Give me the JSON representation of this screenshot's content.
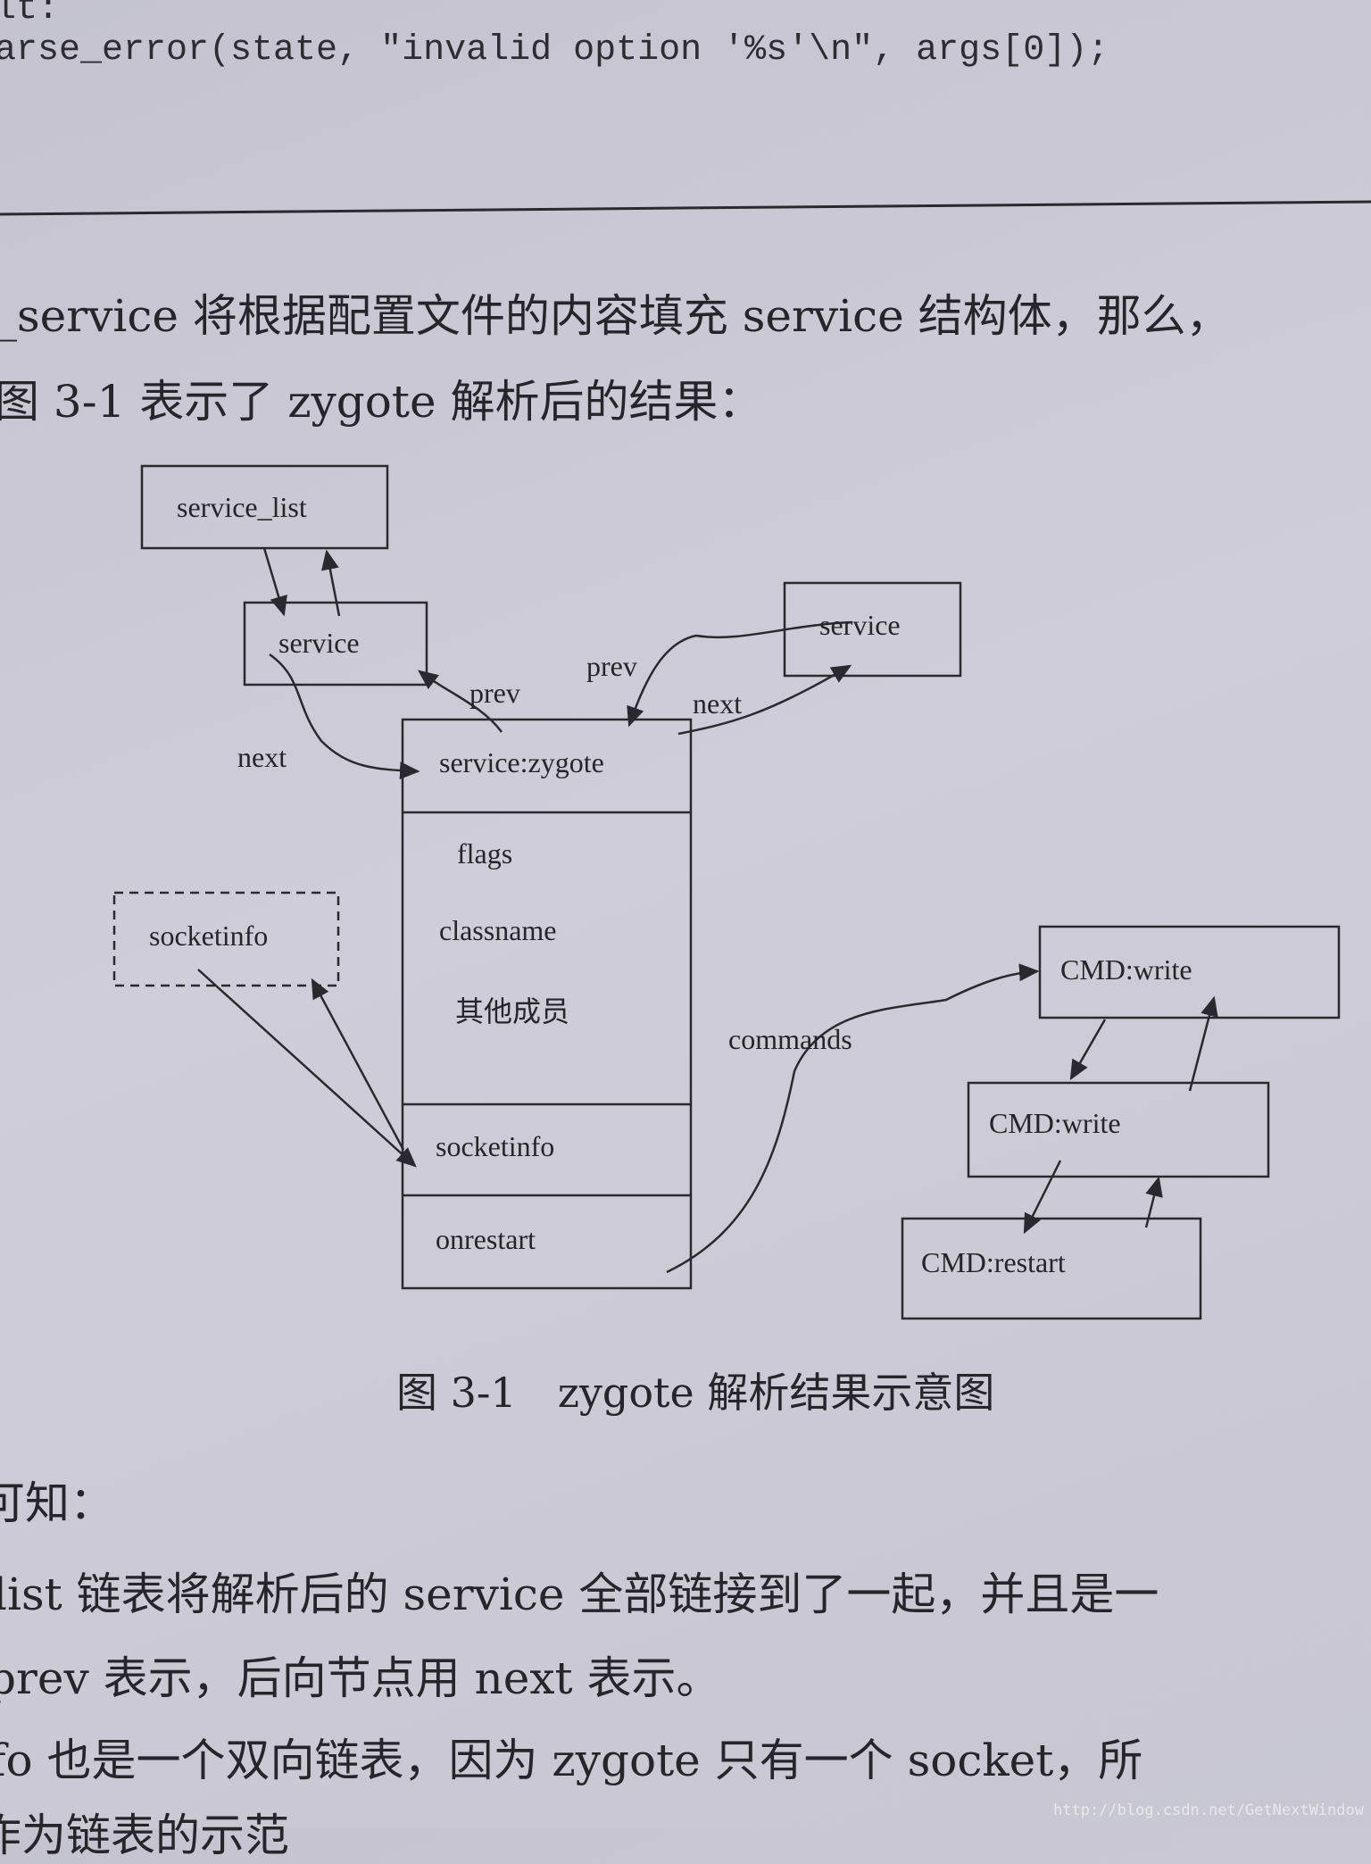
{
  "code": {
    "line1": "lt:",
    "line2": "arse_error(state, \"invalid option '%s'\\n\", args[0]);"
  },
  "intro": {
    "line1": "_service 将根据配置文件的内容填充 service 结构体，那么，",
    "line2": "图 3-1 表示了 zygote 解析后的结果："
  },
  "diagram": {
    "service_list": "service_list",
    "service_left": "service",
    "service_right": "service",
    "zygote": {
      "header": "service:zygote",
      "flags": "flags",
      "classname": "classname",
      "others": "其他成员",
      "socketinfo": "socketinfo",
      "onrestart": "onrestart"
    },
    "socketinfo_node": "socketinfo",
    "labels": {
      "next_left": "next",
      "prev_left": "prev",
      "prev_right": "prev",
      "next_right": "next",
      "commands": "commands"
    },
    "cmds": [
      "CMD:write",
      "CMD:write",
      "CMD:restart"
    ]
  },
  "caption": "图 3-1　zygote 解析结果示意图",
  "after": {
    "line0": "可知：",
    "line1": "list 链表将解析后的 service 全部链接到了一起，并且是一",
    "line2": "prev 表示，后向节点用 next 表示。",
    "line3": "fo 也是一个双向链表，因为 zygote 只有一个 socket，所",
    "line4": "作为链表的示范"
  },
  "watermark": "http://blog.csdn.net/GetNextWindow"
}
